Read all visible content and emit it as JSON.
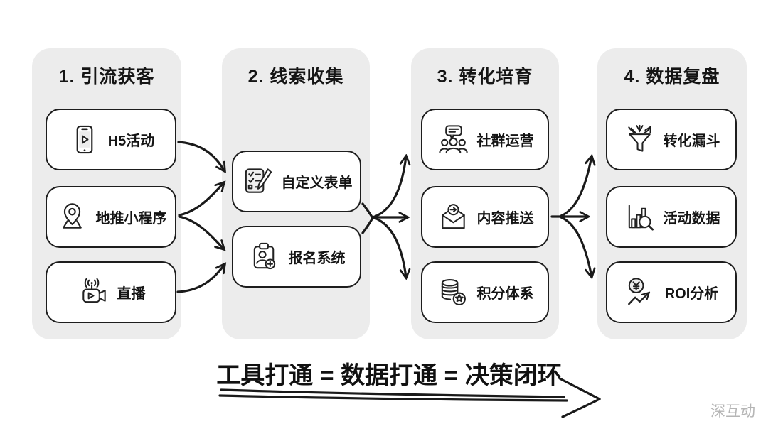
{
  "page": {
    "watermark": "深互动"
  },
  "colors": {
    "background": "#ffffff",
    "panel_bg": "#ececec",
    "card_bg": "#ffffff",
    "line": "#1a1a1a",
    "watermark": "#b5b5b5"
  },
  "columns": [
    {
      "title": "1. 引流获客",
      "cards": [
        {
          "label": "H5活动",
          "icon": "phone-play-icon"
        },
        {
          "label": "地推小程序",
          "icon": "map-pin-icon"
        },
        {
          "label": "直播",
          "icon": "live-stream-icon"
        }
      ]
    },
    {
      "title": "2. 线索收集",
      "cards": [
        {
          "label": "自定义表单",
          "icon": "custom-form-icon"
        },
        {
          "label": "报名系统",
          "icon": "signup-clipboard-icon"
        }
      ]
    },
    {
      "title": "3. 转化培育",
      "cards": [
        {
          "label": "社群运营",
          "icon": "community-chat-icon"
        },
        {
          "label": "内容推送",
          "icon": "content-push-icon"
        },
        {
          "label": "积分体系",
          "icon": "points-coins-icon"
        }
      ]
    },
    {
      "title": "4. 数据复盘",
      "cards": [
        {
          "label": "转化漏斗",
          "icon": "conversion-funnel-icon"
        },
        {
          "label": "活动数据",
          "icon": "chart-magnifier-icon"
        },
        {
          "label": "ROI分析",
          "icon": "roi-trend-icon"
        }
      ]
    }
  ],
  "footer": {
    "slogan": "工具打通 = 数据打通 = 决策闭环"
  }
}
